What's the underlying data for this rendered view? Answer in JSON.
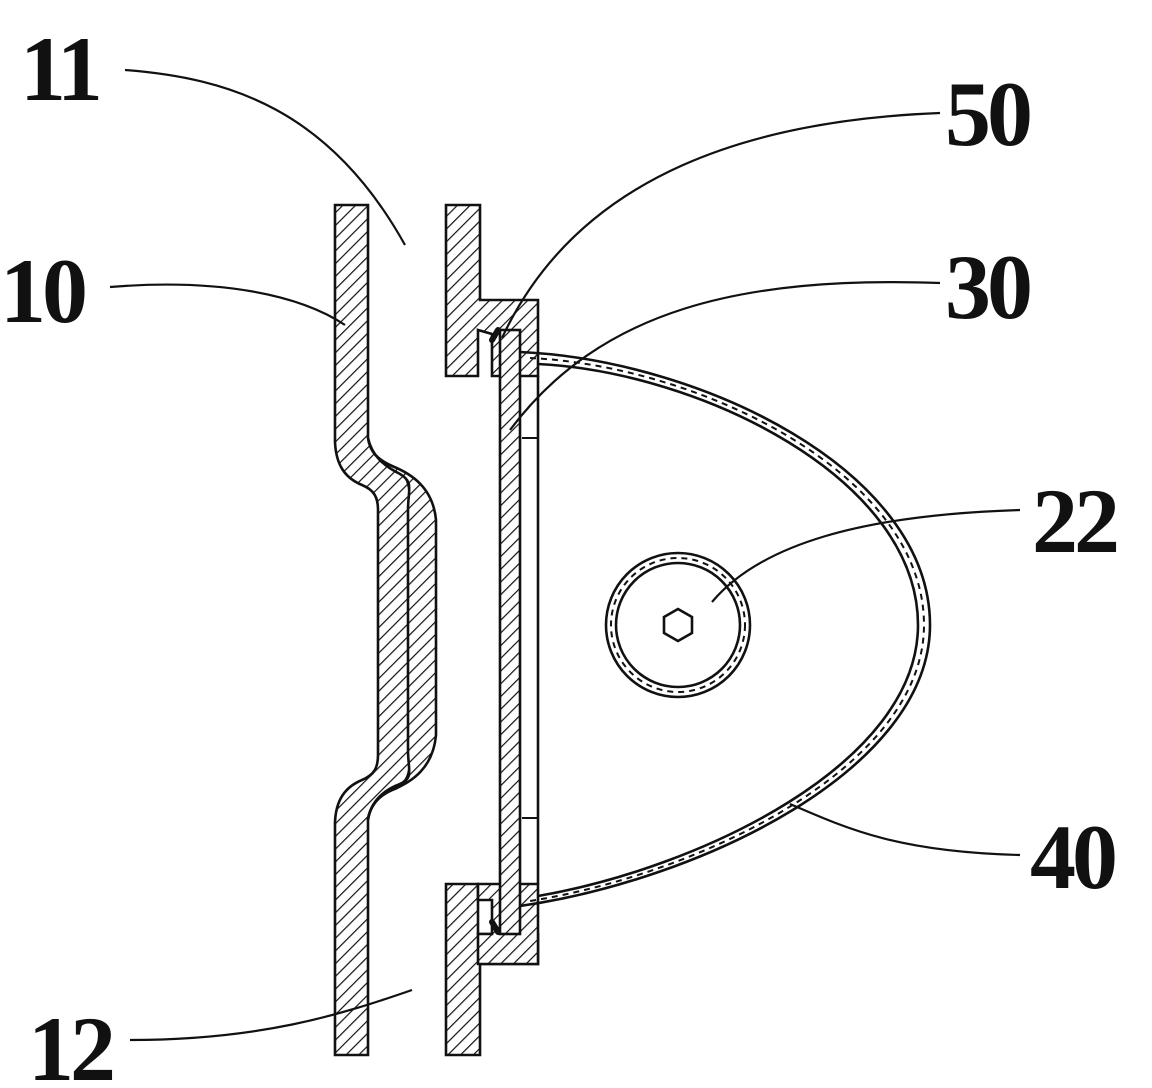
{
  "callouts": [
    {
      "id": "11",
      "label": "11"
    },
    {
      "id": "10",
      "label": "10"
    },
    {
      "id": "12",
      "label": "12"
    },
    {
      "id": "50",
      "label": "50"
    },
    {
      "id": "30",
      "label": "30"
    },
    {
      "id": "22",
      "label": "22"
    },
    {
      "id": "40",
      "label": "40"
    }
  ]
}
